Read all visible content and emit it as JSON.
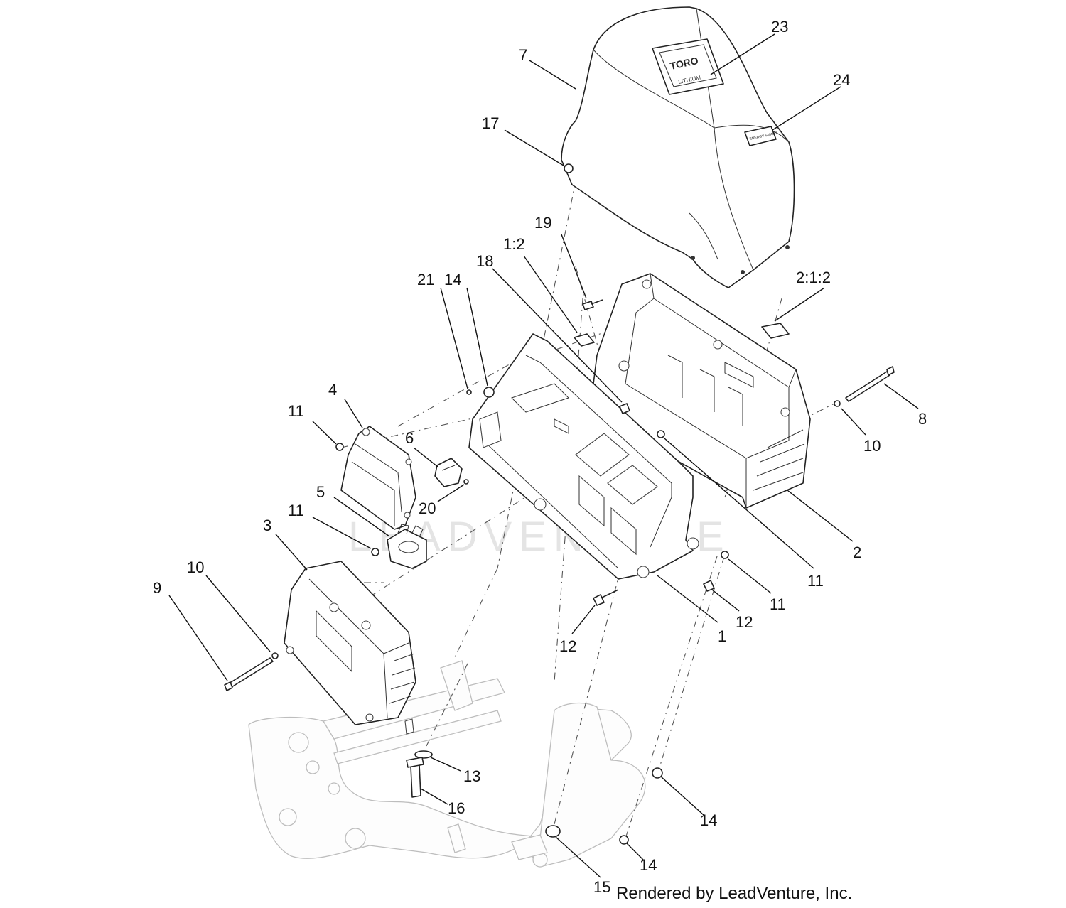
{
  "diagram": {
    "callouts": [
      {
        "id": "c23",
        "label": "23"
      },
      {
        "id": "c24",
        "label": "24"
      },
      {
        "id": "c7",
        "label": "7"
      },
      {
        "id": "c17",
        "label": "17"
      },
      {
        "id": "c19",
        "label": "19"
      },
      {
        "id": "c1_2",
        "label": "1:2"
      },
      {
        "id": "c18",
        "label": "18"
      },
      {
        "id": "c21",
        "label": "21"
      },
      {
        "id": "c14a",
        "label": "14"
      },
      {
        "id": "c2_1_2",
        "label": "2:1:2"
      },
      {
        "id": "c4",
        "label": "4"
      },
      {
        "id": "c11a",
        "label": "11"
      },
      {
        "id": "c6",
        "label": "6"
      },
      {
        "id": "c8",
        "label": "8"
      },
      {
        "id": "c10a",
        "label": "10"
      },
      {
        "id": "c5",
        "label": "5"
      },
      {
        "id": "c20",
        "label": "20"
      },
      {
        "id": "c11b",
        "label": "11"
      },
      {
        "id": "c3",
        "label": "3"
      },
      {
        "id": "c2",
        "label": "2"
      },
      {
        "id": "c10b",
        "label": "10"
      },
      {
        "id": "c9",
        "label": "9"
      },
      {
        "id": "c11c",
        "label": "11"
      },
      {
        "id": "c11d",
        "label": "11"
      },
      {
        "id": "c12a",
        "label": "12"
      },
      {
        "id": "c1",
        "label": "1"
      },
      {
        "id": "c12b",
        "label": "12"
      },
      {
        "id": "c13",
        "label": "13"
      },
      {
        "id": "c16",
        "label": "16"
      },
      {
        "id": "c14b",
        "label": "14"
      },
      {
        "id": "c14c",
        "label": "14"
      },
      {
        "id": "c15",
        "label": "15"
      }
    ],
    "cover_decal_text": "TORO",
    "cover_decal_subtext": "LITHIUM",
    "energy_decal_text": "ENERGY SMART",
    "watermark": "LEADVENTURE",
    "footer": "Rendered by LeadVenture, Inc."
  }
}
